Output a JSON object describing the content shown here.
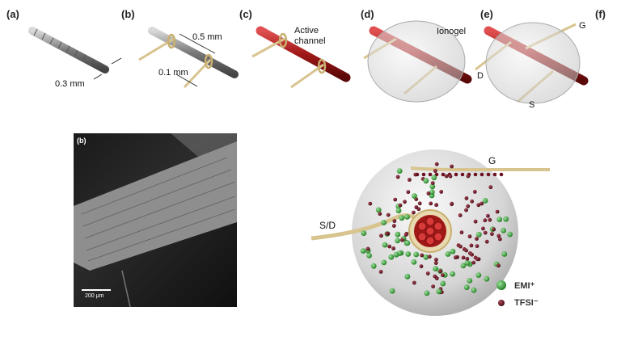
{
  "panel_labels": [
    "(a)",
    "(b)",
    "(c)",
    "(d)",
    "(e)",
    "(f)"
  ],
  "annotations": {
    "diameter": "0.3 mm",
    "spacing": "0.5 mm",
    "wire": "0.1 mm",
    "active_channel_line1": "Active",
    "active_channel_line2": "channel",
    "ionogel": "Ionogel",
    "gate": "G",
    "drain": "D",
    "source": "S"
  },
  "sem": {
    "label": "(b)",
    "scale": "200 μm"
  },
  "cross_section": {
    "gate": "G",
    "source_drain": "S/D",
    "legend": [
      {
        "symbol": "green-sphere",
        "text": "EMI⁺"
      },
      {
        "symbol": "maroon-sphere",
        "text": "TFSI⁻"
      }
    ]
  },
  "colors": {
    "fiber_gray": "#8a8a8a",
    "fiber_red": "#b22222",
    "wire_gold": "#d8c48f",
    "gel": "#d4d4d4",
    "cation": "#3aa83a",
    "anion": "#6b1020"
  }
}
